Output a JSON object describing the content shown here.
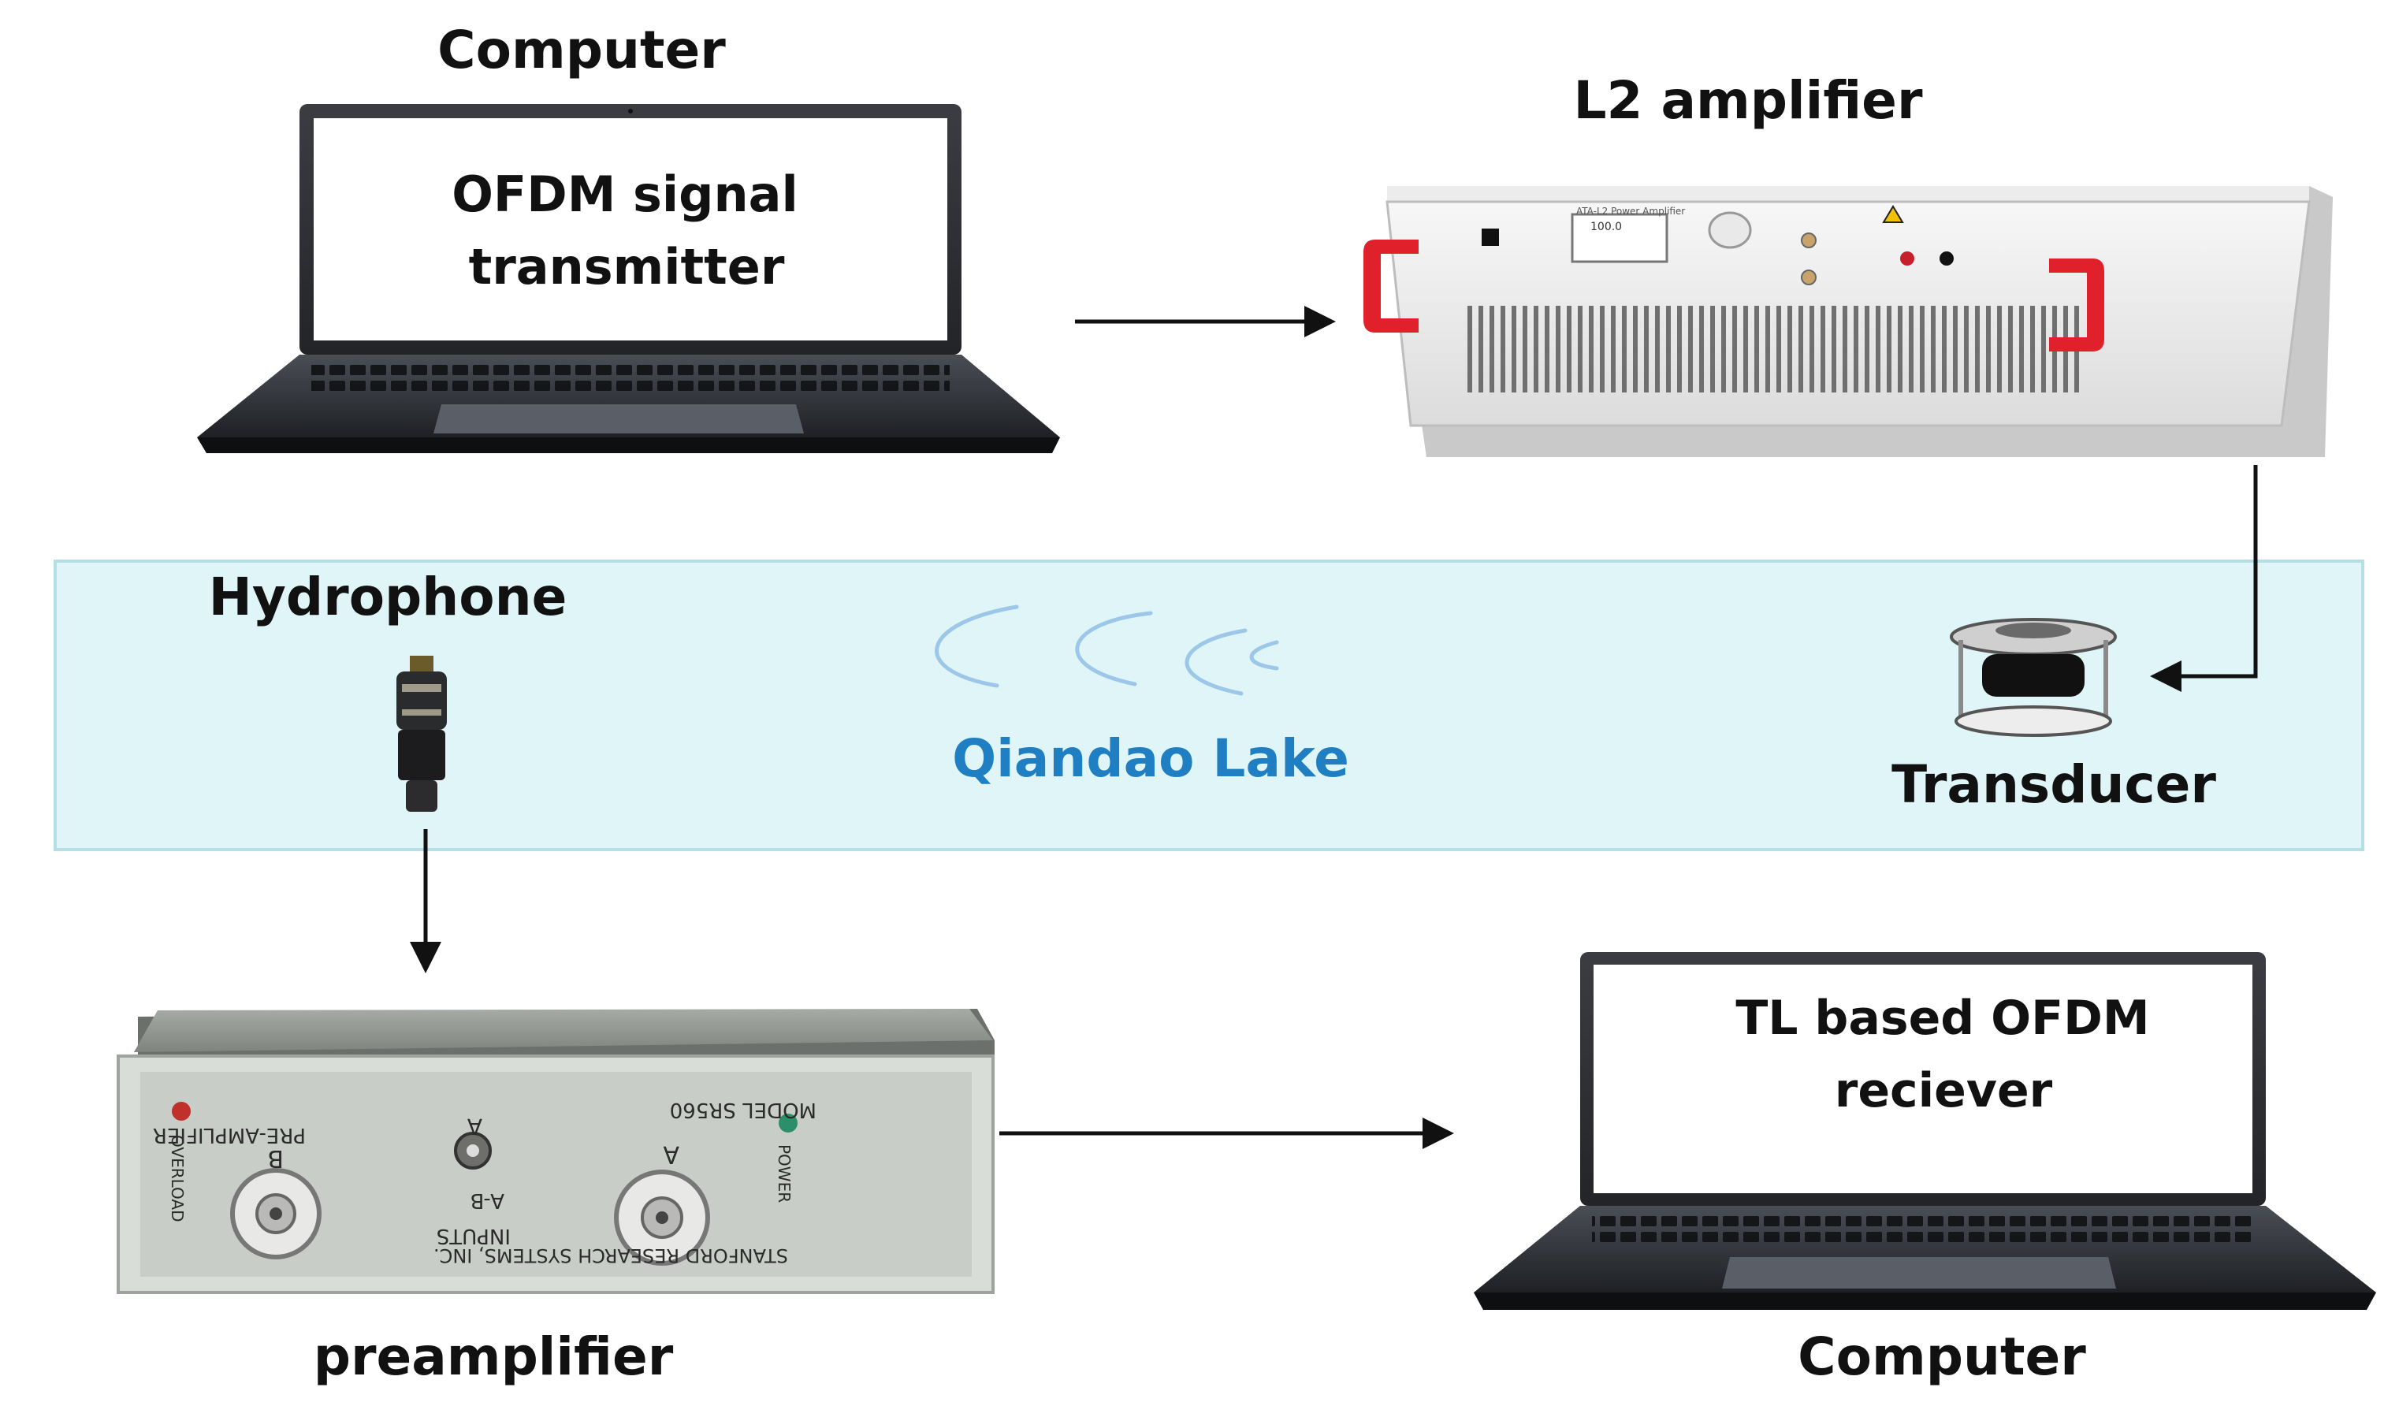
{
  "labels": {
    "computer_top": "Computer",
    "screen_top_line1": "OFDM signal",
    "screen_top_line2": "transmitter",
    "amplifier": "L2 amplifier",
    "hydrophone": "Hydrophone",
    "lake": "Qiandao Lake",
    "transducer": "Transducer",
    "preamplifier": "preamplifier",
    "screen_bottom_line1": "TL based OFDM",
    "screen_bottom_line2": "reciever",
    "computer_bottom": "Computer"
  },
  "preamp_panel": {
    "top_left": "PRE-AMPLIFIER",
    "top_right": "MODEL SR560",
    "ch_b": "B",
    "ch_a_mid": "A",
    "ch_a": "A",
    "mode": "A-B",
    "inputs": "INPUTS",
    "overload": "OVERLOAD",
    "power": "POWER",
    "maker": "STANFORD RESEARCH SYSTEMS, INC."
  },
  "amp_panel": {
    "model": "ATA-L2 Power Amplifier",
    "display": "100.0"
  },
  "colors": {
    "lake_fill": "#dff5f7",
    "lake_border": "#b5dfe4",
    "lake_text": "#1f7fc2",
    "wave": "#9cc7e8",
    "handle": "#e0212b",
    "arrow": "#111111"
  }
}
